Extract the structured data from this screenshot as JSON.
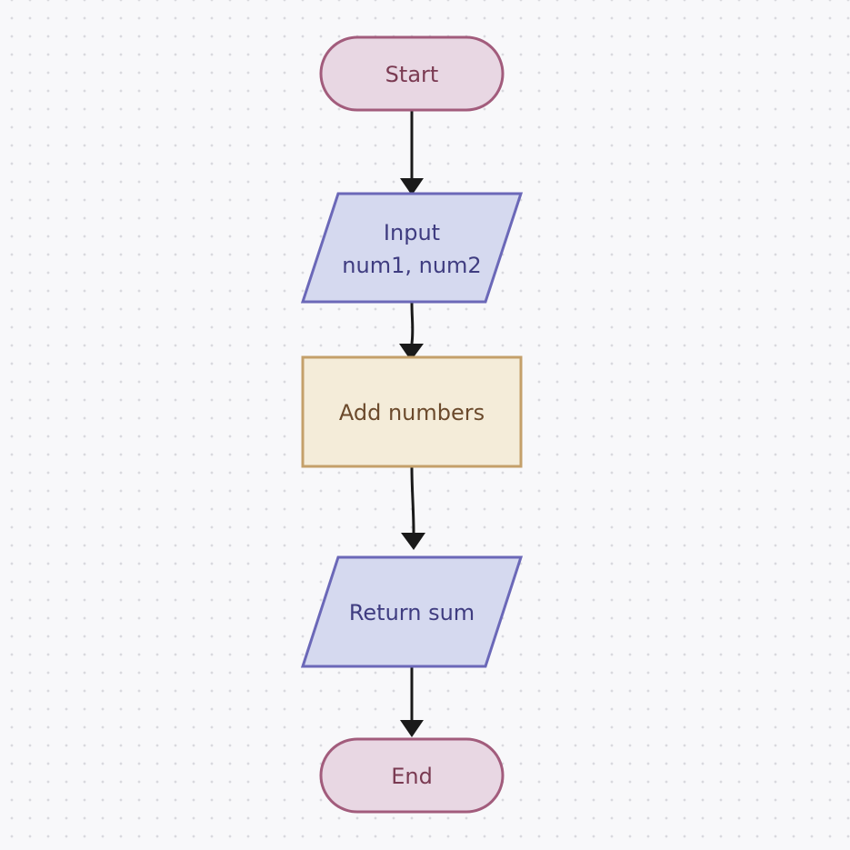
{
  "flowchart": {
    "nodes": {
      "start": {
        "lines": [
          "Start"
        ]
      },
      "input": {
        "lines": [
          "Input",
          "num1, num2"
        ]
      },
      "process": {
        "lines": [
          "Add numbers"
        ]
      },
      "output": {
        "lines": [
          "Return sum"
        ]
      },
      "end": {
        "lines": [
          "End"
        ]
      }
    },
    "edges": [
      {
        "from": "start",
        "to": "input"
      },
      {
        "from": "input",
        "to": "process"
      },
      {
        "from": "process",
        "to": "output"
      },
      {
        "from": "output",
        "to": "end"
      }
    ]
  },
  "colors": {
    "terminal_fill": "#e8d7e3",
    "terminal_stroke": "#a25c7c",
    "terminal_text": "#7a3a52",
    "io_fill": "#d5d9ef",
    "io_stroke": "#6b68b8",
    "io_text": "#3f3c80",
    "process_fill": "#f4ecd9",
    "process_stroke": "#c4a06a",
    "process_text": "#6b4a2c",
    "edge": "#1a1a1a"
  }
}
